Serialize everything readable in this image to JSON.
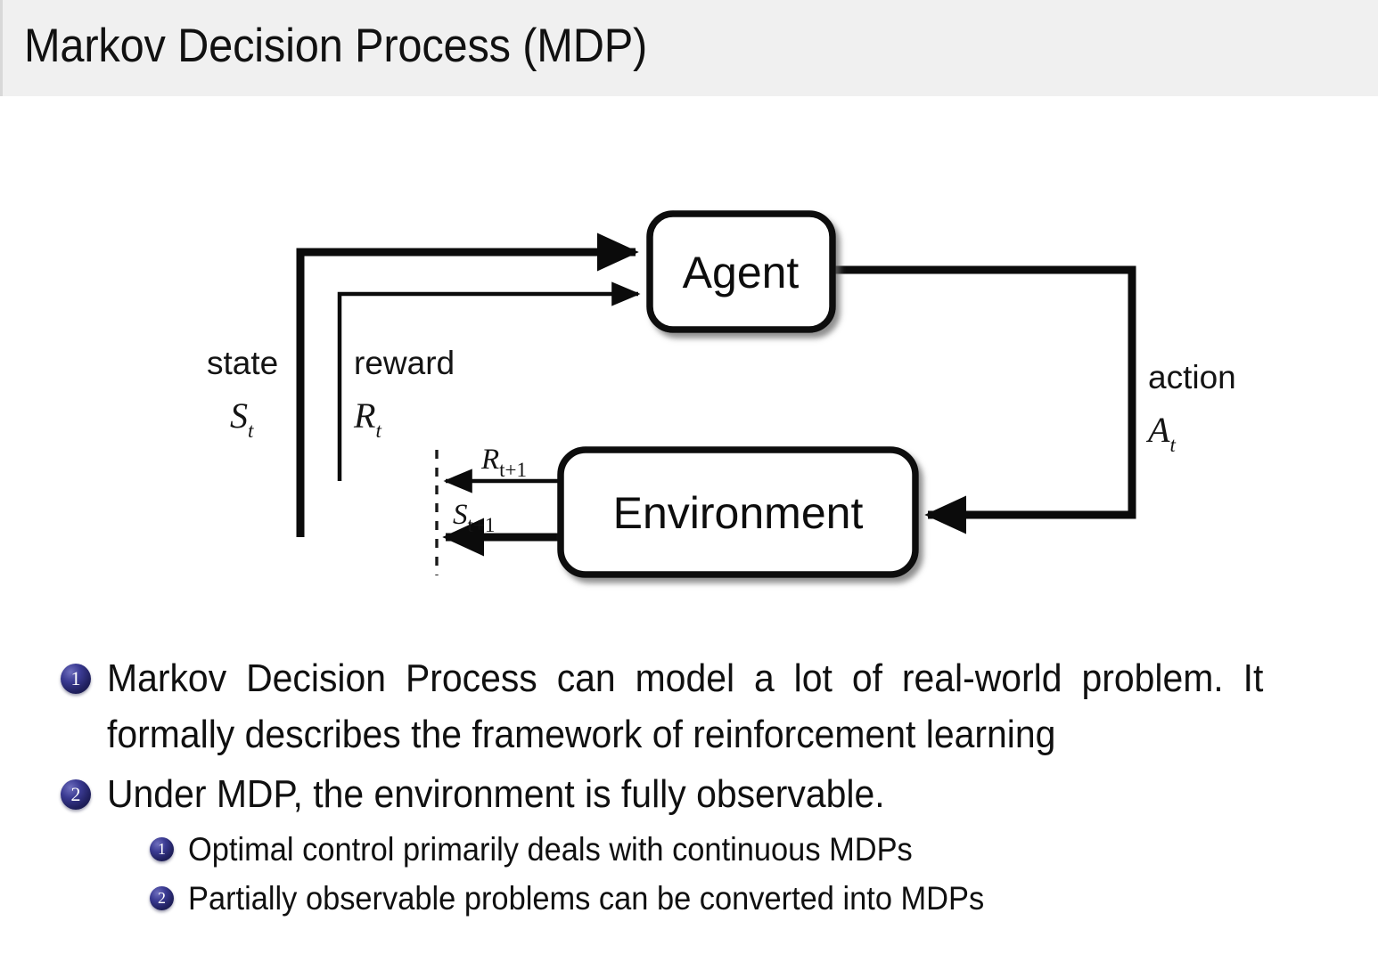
{
  "slide": {
    "title": "Markov Decision Process (MDP)",
    "header_bg": "#f0f0f0",
    "accent_color": "#20205e",
    "background": "#ffffff"
  },
  "diagram": {
    "name": "agent-environment-interaction-loop",
    "nodes": [
      {
        "id": "agent",
        "label": "Agent"
      },
      {
        "id": "environment",
        "label": "Environment"
      }
    ],
    "edge_labels": {
      "state_word": "state",
      "state_symbol": "S",
      "state_symbol_sub": "t",
      "reward_word": "reward",
      "reward_symbol": "R",
      "reward_symbol_sub": "t",
      "action_word": "action",
      "action_symbol": "A",
      "action_symbol_sub": "t",
      "next_reward_symbol": "R",
      "next_reward_sub": "t+1",
      "next_state_symbol": "S",
      "next_state_sub": "t+1"
    }
  },
  "bullets": [
    {
      "marker": "1",
      "level": 1,
      "text": "Markov Decision Process can model a lot of real-world problem. It formally describes the framework of reinforcement learning"
    },
    {
      "marker": "2",
      "level": 1,
      "text": "Under MDP, the environment is fully observable."
    },
    {
      "marker": "1",
      "level": 2,
      "text": "Optimal control primarily deals with continuous MDPs"
    },
    {
      "marker": "2",
      "level": 2,
      "text": "Partially observable problems can be converted into MDPs"
    }
  ]
}
